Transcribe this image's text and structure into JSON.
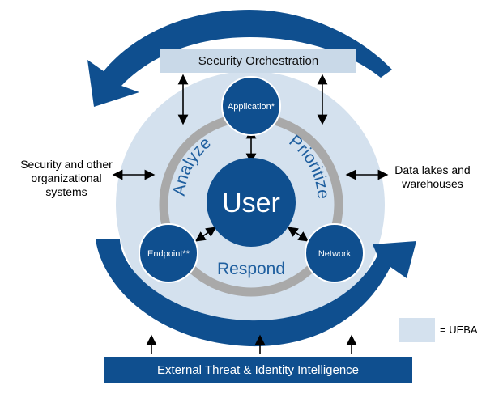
{
  "top_bar": {
    "label": "Security Orchestration"
  },
  "bottom_bar": {
    "label": "External Threat & Identity Intelligence"
  },
  "left_label": "Security and other organizational systems",
  "right_label": "Data lakes and warehouses",
  "center": {
    "label": "User"
  },
  "nodes": {
    "application": "Application*",
    "endpoint": "Endpoint**",
    "network": "Network"
  },
  "ring_words": {
    "analyze": "Analyze",
    "prioritize": "Prioritize",
    "respond": "Respond"
  },
  "legend": {
    "label": "= UEBA"
  },
  "colors": {
    "dark_blue": "#0f4f8f",
    "ueba_fill": "#d4e1ee",
    "ring_gray": "#a9a9a9",
    "bar_light": "#c9d9e8"
  }
}
